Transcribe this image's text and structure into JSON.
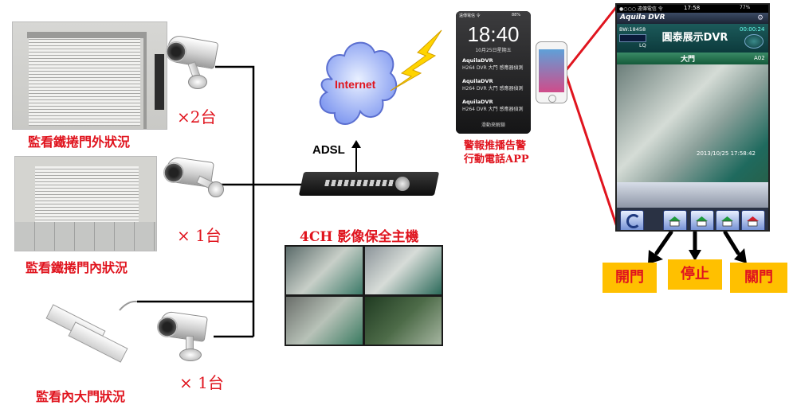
{
  "labels": {
    "outer_door": "監看鐵捲門外狀況",
    "inner_door": "監看鐵捲門內狀況",
    "main_gate": "監看內大門狀況",
    "count_1": "×2台",
    "count_2": "× 1台",
    "count_3": "× 1台",
    "internet": "Internet",
    "adsl": "ADSL",
    "dvr_title": "4CH  影像保全主機",
    "push_alert_line1": "警報推播告警",
    "push_alert_line2": "行動電話APP"
  },
  "lock_screen": {
    "carrier": "遠傳電信 令",
    "battery": "88%",
    "time": "18:40",
    "date": "10月25日星期五",
    "notifications": [
      {
        "app": "AquilaDVR",
        "text": "H264 DVR 大門 感應器偵測"
      },
      {
        "app": "AquilaDVR",
        "text": "H264 DVR 大門 感應器偵測"
      },
      {
        "app": "AquilaDVR",
        "text": "H264 DVR 大門 感應器偵測"
      }
    ],
    "unlock": "滑動來解鎖"
  },
  "app": {
    "status_carrier": "●○○○ 遠傳電信 令",
    "status_time": "17:58",
    "status_battery": "77%",
    "brand": "Aquila DVR",
    "bw": "BW:18458",
    "lq": "LQ",
    "channel_title": "圓泰展示DVR",
    "timer": "00:00:24",
    "camera_name": "大門",
    "camera_id": "A02",
    "timestamp": "2013/10/25 17:58:42"
  },
  "actions": {
    "open": "開門",
    "stop": "停止",
    "close": "關門"
  },
  "colors": {
    "label_red": "#e0141e",
    "action_bg": "#ffc000",
    "connector_red": "#e0141e"
  }
}
